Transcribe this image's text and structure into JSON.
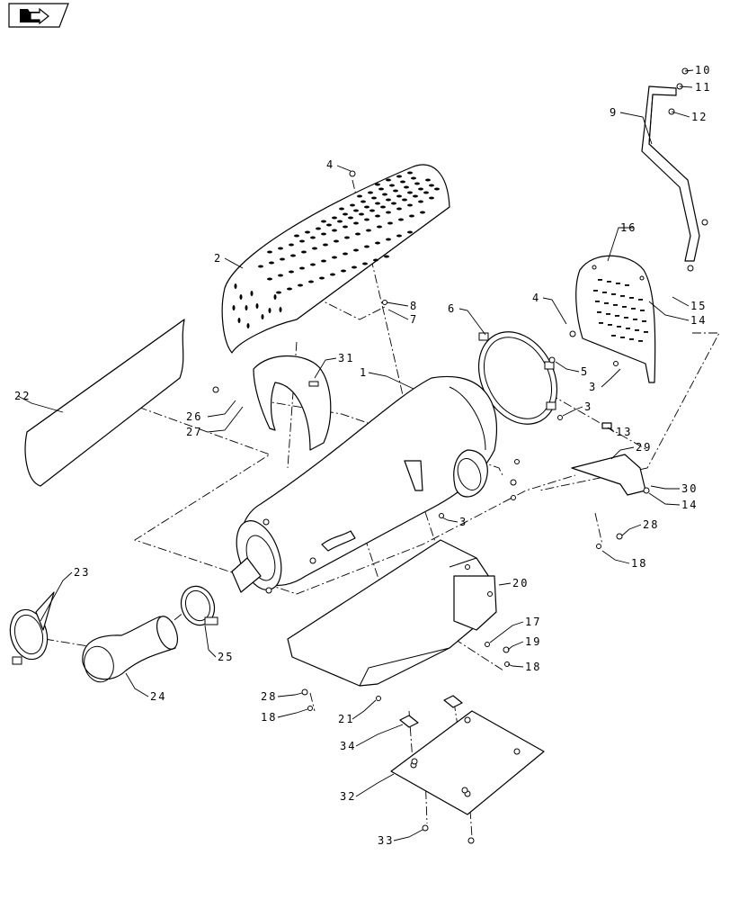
{
  "nav_icon": "folder-arrow-icon",
  "callouts": [
    {
      "id": "c10",
      "label": "10"
    },
    {
      "id": "c11",
      "label": "11"
    },
    {
      "id": "c9",
      "label": "9"
    },
    {
      "id": "c12",
      "label": "12"
    },
    {
      "id": "c4a",
      "label": "4"
    },
    {
      "id": "c2",
      "label": "2"
    },
    {
      "id": "c16",
      "label": "16"
    },
    {
      "id": "c15",
      "label": "15"
    },
    {
      "id": "c14a",
      "label": "14"
    },
    {
      "id": "c8",
      "label": "8"
    },
    {
      "id": "c7",
      "label": "7"
    },
    {
      "id": "c6",
      "label": "6"
    },
    {
      "id": "c4b",
      "label": "4"
    },
    {
      "id": "c31",
      "label": "31"
    },
    {
      "id": "c1",
      "label": "1"
    },
    {
      "id": "c5",
      "label": "5"
    },
    {
      "id": "c3a",
      "label": "3"
    },
    {
      "id": "c3b",
      "label": "3"
    },
    {
      "id": "c22",
      "label": "22"
    },
    {
      "id": "c26",
      "label": "26"
    },
    {
      "id": "c27",
      "label": "27"
    },
    {
      "id": "c13",
      "label": "13"
    },
    {
      "id": "c29",
      "label": "29"
    },
    {
      "id": "c30",
      "label": "30"
    },
    {
      "id": "c14b",
      "label": "14"
    },
    {
      "id": "c3c",
      "label": "3"
    },
    {
      "id": "c28a",
      "label": "28"
    },
    {
      "id": "c18a",
      "label": "18"
    },
    {
      "id": "c23",
      "label": "23"
    },
    {
      "id": "c20",
      "label": "20"
    },
    {
      "id": "c17",
      "label": "17"
    },
    {
      "id": "c19",
      "label": "19"
    },
    {
      "id": "c18b",
      "label": "18"
    },
    {
      "id": "c25",
      "label": "25"
    },
    {
      "id": "c24",
      "label": "24"
    },
    {
      "id": "c28b",
      "label": "28"
    },
    {
      "id": "c18c",
      "label": "18"
    },
    {
      "id": "c21",
      "label": "21"
    },
    {
      "id": "c34",
      "label": "34"
    },
    {
      "id": "c32",
      "label": "32"
    },
    {
      "id": "c33",
      "label": "33"
    }
  ]
}
